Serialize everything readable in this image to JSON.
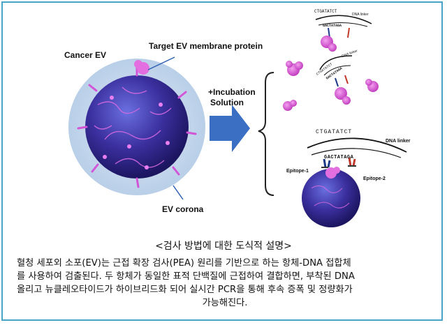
{
  "labels": {
    "cancer_ev": "Cancer EV",
    "target_protein": "Target EV membrane protein",
    "incubation": "+Incubation",
    "solution": "Solution",
    "ev_corona": "EV corona",
    "seq_top_1": "CTGATATCT",
    "seq_bottom_1": "GACTATAGA",
    "dna_linker_1": "DNA linker",
    "seq_top_2": "CTGATATCT",
    "seq_bottom_2": "GACTATAGA",
    "dna_linker_2": "DNA linker",
    "seq_top_3": "CTGATATCT",
    "seq_bottom_3": "GACTATAGA",
    "dna_linker_3": "DNA linker",
    "epitope_1": "Epitope-1",
    "epitope_2": "Epitope-2"
  },
  "caption": "<검사 방법에 대한 도식적 설명>",
  "description": [
    "혈청 세포외 소포(EV)는 근접 확장 검사(PEA) 원리를 기반으로 하는 항체-DNA 접합체",
    "를 사용하여 검출된다. 두 항체가 동일한 표적 단백질에 근접하여 결합하면, 부착된 DNA",
    "올리고 뉴클레오타이드가 하이브리드화 되어 실시간 PCR을 통해 후속 증폭 및 정량화가",
    "가능해진다."
  ],
  "colors": {
    "border": "#4aa3c9",
    "arrow": "#3a6fc4",
    "corona": "#c9dbee",
    "ev_core": "#3b2f9e",
    "protein": "#e05ad8",
    "antibody_blue": "#1d3a8a",
    "antibody_red": "#c0392b"
  },
  "icons": [
    "cancer-ev-icon",
    "arrow-right-icon",
    "brace-icon",
    "antibody-dna-icon",
    "protein-icon"
  ]
}
